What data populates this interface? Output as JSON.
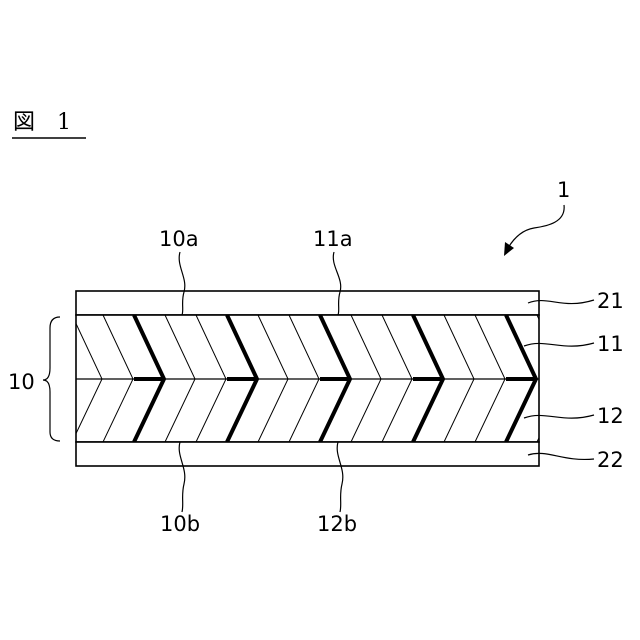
{
  "figure": {
    "title": "図　1"
  },
  "labels": {
    "assembly": "1",
    "group": "10",
    "top_surface": "10a",
    "bottom_surface": "10b",
    "layer11_surface": "11a",
    "layer12_surface": "12b",
    "top_film": "21",
    "upper_layer": "11",
    "lower_layer": "12",
    "bottom_film": "22"
  }
}
